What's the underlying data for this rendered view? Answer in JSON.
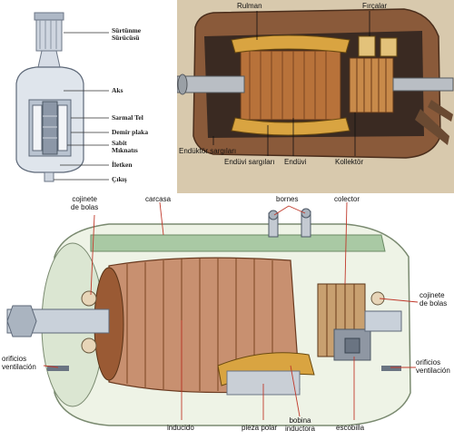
{
  "panel1": {
    "labels": {
      "surtunme": "Sürtünme\nSürücüsü",
      "aks": "Aks",
      "sarmal": "Sarmal Tel",
      "demir": "Demir plaka",
      "sabit": "Sabit\nMıknatıs",
      "iletken": "İletken",
      "cikis": "Çıkış"
    }
  },
  "panel2": {
    "labels": {
      "rulman": "Rulman",
      "fircalar": "Fırçalar",
      "endukto": "Endüktör sargıları",
      "enduvi_sargi": "Endüvi sargıları",
      "enduvi": "Endüvi",
      "kollektor": "Kollektör"
    }
  },
  "panel3": {
    "labels": {
      "cojinete_bolas_left": "cojinete\nde bolas",
      "carcasa": "carcasa",
      "bornes": "bornes",
      "colector": "colector",
      "cojinete_bolas_right": "cojinete\nde bolas",
      "orificios_left": "orificios\nventilación",
      "orificios_right": "orificios\nventilación",
      "inducido": "inducido",
      "pieza_polar": "pieza polar",
      "bobina": "bobina\ninductora",
      "escobilla": "escobilla"
    }
  },
  "colors": {
    "panel2_bg": "#d8c9ad",
    "copper": "#b8723a",
    "housing_light": "#eef3e6",
    "housing_green": "#a9c9a4",
    "motor_grey": "#8f97a3"
  }
}
